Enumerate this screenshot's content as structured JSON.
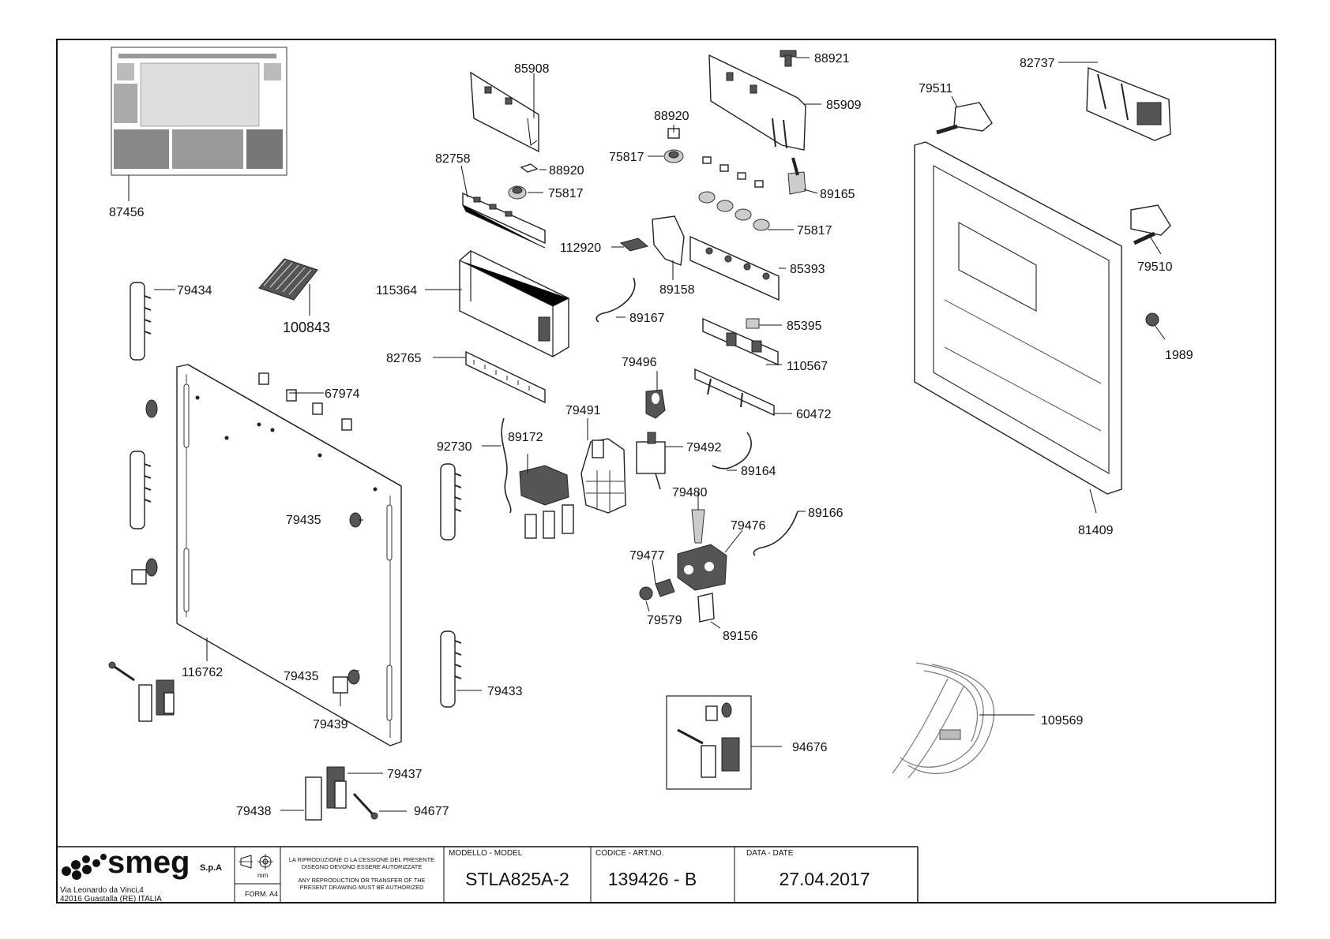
{
  "parts": [
    {
      "id": "p87456",
      "num": "87456"
    },
    {
      "id": "p79434",
      "num": "79434"
    },
    {
      "id": "p100843",
      "num": "100843"
    },
    {
      "id": "p67974",
      "num": "67974"
    },
    {
      "id": "p79435a",
      "num": "79435"
    },
    {
      "id": "p116762",
      "num": "116762"
    },
    {
      "id": "p79435b",
      "num": "79435"
    },
    {
      "id": "p79439",
      "num": "79439"
    },
    {
      "id": "p79437",
      "num": "79437"
    },
    {
      "id": "p79438",
      "num": "79438"
    },
    {
      "id": "p94677",
      "num": "94677"
    },
    {
      "id": "p85908",
      "num": "85908"
    },
    {
      "id": "p82758",
      "num": "82758"
    },
    {
      "id": "p88920a",
      "num": "88920"
    },
    {
      "id": "p75817a",
      "num": "75817"
    },
    {
      "id": "p115364",
      "num": "115364"
    },
    {
      "id": "p82765",
      "num": "82765"
    },
    {
      "id": "p92730",
      "num": "92730"
    },
    {
      "id": "p89172",
      "num": "89172"
    },
    {
      "id": "p79433",
      "num": "79433"
    },
    {
      "id": "p88921",
      "num": "88921"
    },
    {
      "id": "p85909",
      "num": "85909"
    },
    {
      "id": "p88920b",
      "num": "88920"
    },
    {
      "id": "p75817b",
      "num": "75817"
    },
    {
      "id": "p89165",
      "num": "89165"
    },
    {
      "id": "p75817c",
      "num": "75817"
    },
    {
      "id": "p112920",
      "num": "112920"
    },
    {
      "id": "p85393",
      "num": "85393"
    },
    {
      "id": "p89158",
      "num": "89158"
    },
    {
      "id": "p89167",
      "num": "89167"
    },
    {
      "id": "p85395",
      "num": "85395"
    },
    {
      "id": "p110567",
      "num": "110567"
    },
    {
      "id": "p79496",
      "num": "79496"
    },
    {
      "id": "p60472",
      "num": "60472"
    },
    {
      "id": "p79491",
      "num": "79491"
    },
    {
      "id": "p79492",
      "num": "79492"
    },
    {
      "id": "p89164",
      "num": "89164"
    },
    {
      "id": "p79480",
      "num": "79480"
    },
    {
      "id": "p89166",
      "num": "89166"
    },
    {
      "id": "p79476",
      "num": "79476"
    },
    {
      "id": "p79477",
      "num": "79477"
    },
    {
      "id": "p79579",
      "num": "79579"
    },
    {
      "id": "p89156",
      "num": "89156"
    },
    {
      "id": "p94676",
      "num": "94676"
    },
    {
      "id": "p82737",
      "num": "82737"
    },
    {
      "id": "p79511",
      "num": "79511"
    },
    {
      "id": "p79510",
      "num": "79510"
    },
    {
      "id": "p1989",
      "num": "1989"
    },
    {
      "id": "p81409",
      "num": "81409"
    },
    {
      "id": "p109569",
      "num": "109569"
    }
  ],
  "title_block": {
    "brand": "smeg",
    "company_suffix": "S.p.A",
    "address_line1": "Via Leonardo da Vinci,4",
    "address_line2": "42016  Guastalla (RE) ITALIA",
    "units": "mm",
    "format_label": "FORM. A4",
    "notice_it_1": "LA RIPRODUZIONE O LA CESSIONE DEL PRESENTE",
    "notice_it_2": "DISEGNO DEVONO ESSERE AUTORIZZATE",
    "notice_en_1": "ANY REPRODUCTION OR TRANSFER OF THE",
    "notice_en_2": "PRESENT DRAWING MUST BE AUTHORIZED",
    "model_header": "MODELLO - MODEL",
    "model_value": "STLA825A-2",
    "code_header": "CODICE - ART.NO.",
    "code_value": "139426 - B",
    "date_header": "DATA - DATE",
    "date_value": "27.04.2017"
  }
}
